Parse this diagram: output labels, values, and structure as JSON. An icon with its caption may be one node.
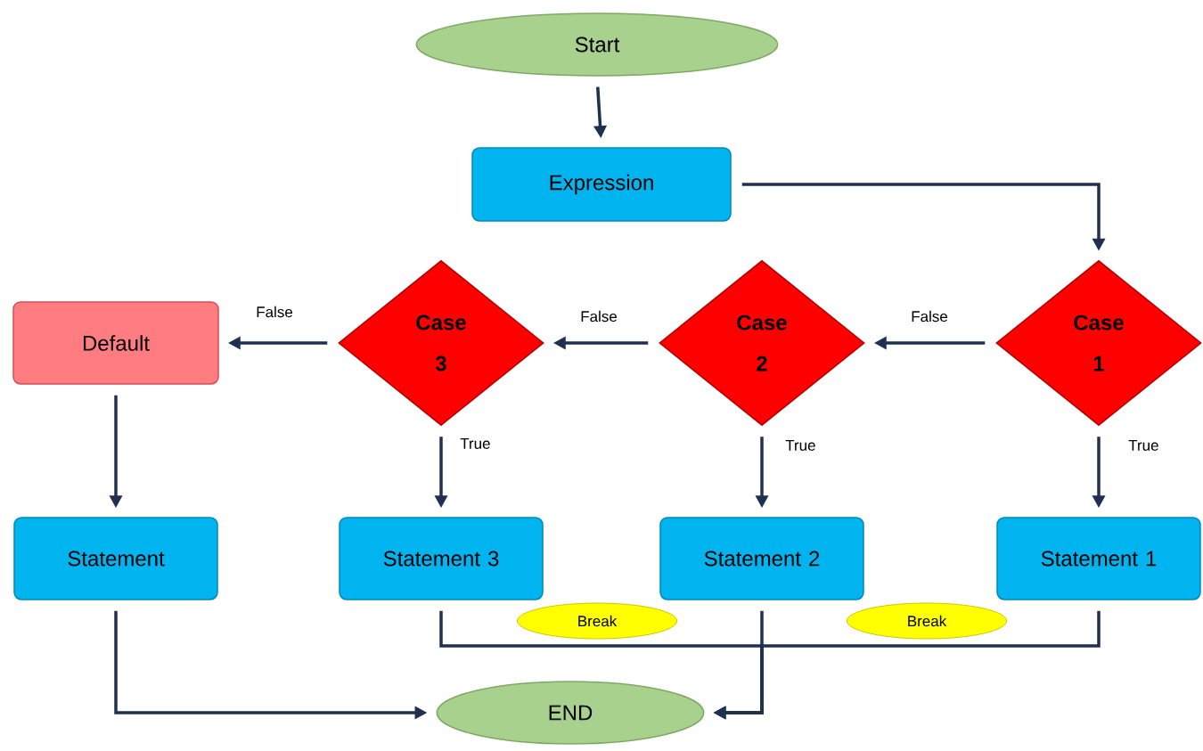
{
  "diagram": {
    "nodes": [
      {
        "text": [
          "Start"
        ]
      },
      {
        "text": [
          "Expression"
        ]
      },
      {
        "text": [
          "Case 3"
        ]
      },
      {
        "text": [
          "Case 2"
        ]
      },
      {
        "text": [
          "Case 1"
        ]
      },
      {
        "text": [
          "Default"
        ]
      },
      {
        "text": [
          "Statement"
        ]
      },
      {
        "text": [
          "Statement 3"
        ]
      },
      {
        "text": [
          "Statement 2"
        ]
      },
      {
        "text": [
          "Statement 1"
        ]
      },
      {
        "text": [
          "Break"
        ]
      },
      {
        "text": [
          "Break"
        ]
      },
      {
        "text": [
          "END"
        ]
      }
    ],
    "edges": [
      {
        "from": 0,
        "to": 1,
        "arrow": "to"
      },
      {
        "from": 1,
        "to": 4,
        "arrow": "to"
      },
      {
        "from": 4,
        "to": 3,
        "arrow": "to",
        "label": "False"
      },
      {
        "from": 3,
        "to": 2,
        "arrow": "to",
        "label": "False"
      },
      {
        "from": 2,
        "to": 5,
        "arrow": "to",
        "label": "False"
      },
      {
        "from": 2,
        "to": 7,
        "arrow": "to",
        "label": "True"
      },
      {
        "from": 3,
        "to": 8,
        "arrow": "to",
        "label": "True"
      },
      {
        "from": 4,
        "to": 9,
        "arrow": "to",
        "label": "True"
      },
      {
        "from": 5,
        "to": 6,
        "arrow": "to"
      },
      {
        "from": 6,
        "to": 12,
        "arrow": "to"
      },
      {
        "from": 8,
        "to": 12,
        "arrow": "to"
      },
      {
        "from": 7,
        "to": 12,
        "arrow": "to"
      },
      {
        "from": 9,
        "to": 12,
        "arrow": "to"
      }
    ]
  }
}
